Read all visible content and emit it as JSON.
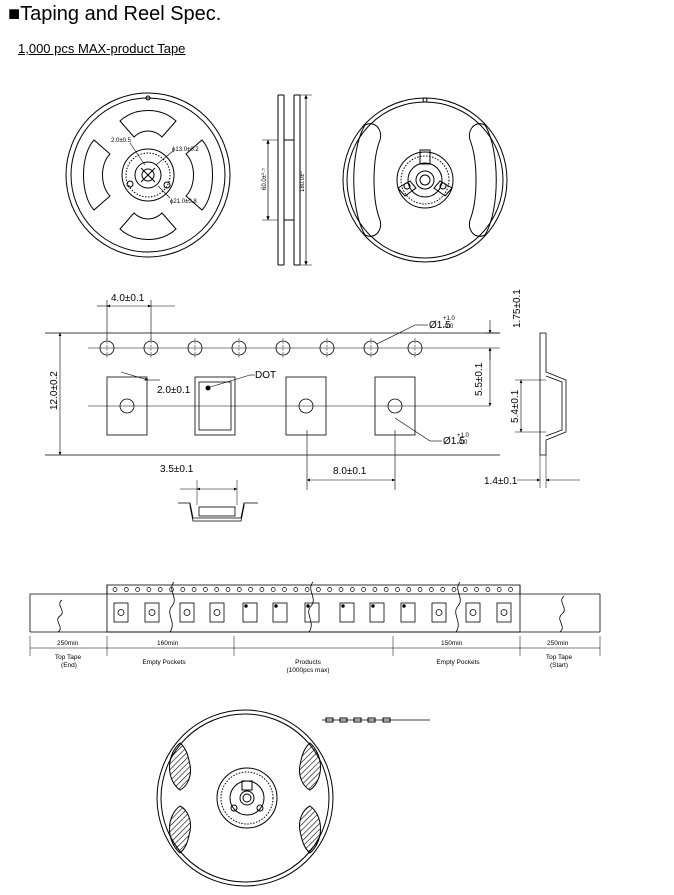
{
  "page": {
    "title": "■Taping and Reel Spec.",
    "subtitle": "1,000 pcs MAX-product Tape"
  },
  "reel": {
    "front_dims": {
      "d1": "2.0±0.5",
      "d2": "ϕ13.0±0.2",
      "d3": "ϕ21.0±0.8"
    },
    "side_dims": {
      "inner": "60.0±⁰·⁵",
      "outer": "180.0±⁰"
    }
  },
  "tape": {
    "pitch_sprocket": "4.0±0.1",
    "hole_dia_top_main": "Ø1.5",
    "hole_dia_top_tol_plus": "+1.0",
    "hole_dia_top_tol_minus": "-0.0",
    "pocket_to_hole": "2.0±0.1",
    "dot_label": "DOT",
    "tape_width": "12.0±0.2",
    "hole_dia_bottom_main": "Ø1.5",
    "hole_dia_bottom_tol_plus": "+1.0",
    "hole_dia_bottom_tol_minus": "-0.0",
    "pocket_pitch": "8.0±0.1",
    "edge_to_hole": "1.75±0.1",
    "hole_to_center": "5.5±0.1",
    "pocket_depth_dim": "5.4±0.1",
    "thickness": "1.4±0.1",
    "pocket_width": "3.5±0.1"
  },
  "leader": {
    "segments": [
      {
        "length": "250min",
        "label_1": "Top Tape",
        "label_2": "(End)"
      },
      {
        "length": "160min",
        "label_1": "Empty Pockets",
        "label_2": ""
      },
      {
        "length": "",
        "label_1": "Products",
        "label_2": "(1000pcs max)"
      },
      {
        "length": "150min",
        "label_1": "Empty Pockets",
        "label_2": ""
      },
      {
        "length": "250min",
        "label_1": "Top Tape",
        "label_2": "(Start)"
      }
    ]
  }
}
